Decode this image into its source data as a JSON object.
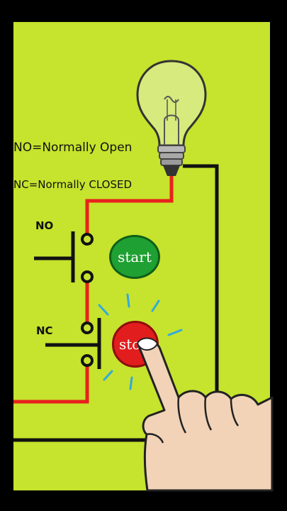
{
  "definitions": {
    "no": "NO=Normally Open",
    "nc": "NC=Normally CLOSED"
  },
  "switches": {
    "no_tag": "NO",
    "nc_tag": "NC"
  },
  "buttons": {
    "start_label": "start",
    "stop_label": "sto"
  },
  "colors": {
    "background": "#c6e32d",
    "wire_live": "#e8221c",
    "wire_neutral": "#111111",
    "start_button": "#1fa032",
    "stop_button": "#e21d1d",
    "spark": "#33aadd"
  },
  "icons": [
    "light-bulb-icon",
    "pointing-hand-icon"
  ]
}
